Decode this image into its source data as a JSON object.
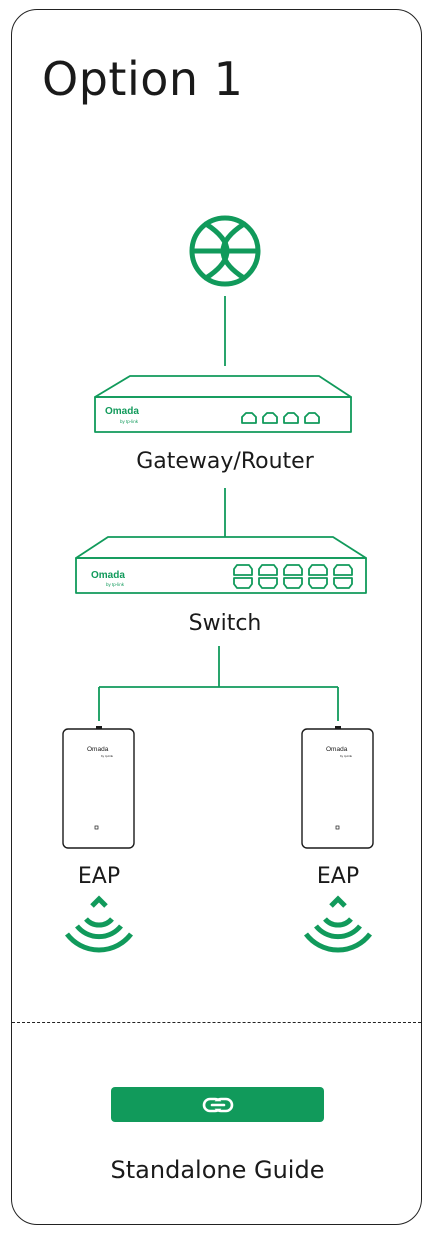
{
  "title": "Option 1",
  "nodes": {
    "internet_icon": "globe-icon",
    "gateway": {
      "label": "Gateway/Router",
      "brand": "Omada",
      "brand_sub": "by tp-link",
      "ports": 4
    },
    "switch": {
      "label": "Switch",
      "brand": "Omada",
      "brand_sub": "by tp-link",
      "ports": 10
    },
    "eaps": [
      {
        "label": "EAP",
        "brand": "Omada",
        "brand_sub": "by tp-link"
      },
      {
        "label": "EAP",
        "brand": "Omada",
        "brand_sub": "by tp-link"
      }
    ]
  },
  "guide": {
    "button_icon": "link-icon",
    "label": "Standalone Guide"
  },
  "colors": {
    "accent": "#119a5b",
    "line": "#119a5b",
    "text": "#1a1a1a"
  }
}
